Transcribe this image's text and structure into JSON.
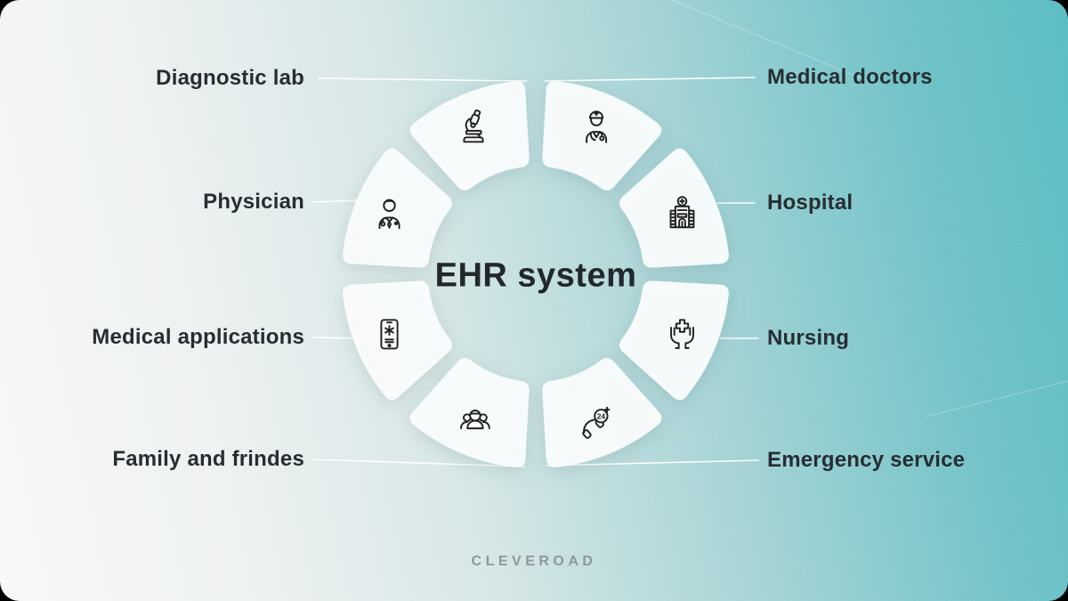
{
  "title": "EHR system",
  "brand": "CLEVEROAD",
  "colors": {
    "background_start": "#f7f8f8",
    "background_end": "#5cbdc4",
    "segment_fill": "#fbfdfd",
    "label_text": "#262c31",
    "title_text": "#20262a",
    "brand_text": "#8e979c",
    "icon_stroke": "#1d1f20",
    "connector_line": "#ffffff"
  },
  "icons": {
    "emergency_badge": "24"
  },
  "segments": [
    {
      "label": "Medical doctors",
      "icon": "doctor-icon",
      "side": "right"
    },
    {
      "label": "Hospital",
      "icon": "hospital-icon",
      "side": "right"
    },
    {
      "label": "Nursing",
      "icon": "nursing-icon",
      "side": "right"
    },
    {
      "label": "Emergency service",
      "icon": "emergency-icon",
      "side": "right"
    },
    {
      "label": "Family and frindes",
      "icon": "family-icon",
      "side": "left"
    },
    {
      "label": "Medical applications",
      "icon": "medical-app-icon",
      "side": "left"
    },
    {
      "label": "Physician",
      "icon": "physician-icon",
      "side": "left"
    },
    {
      "label": "Diagnostic lab",
      "icon": "diagnostic-lab-icon",
      "side": "left"
    }
  ]
}
